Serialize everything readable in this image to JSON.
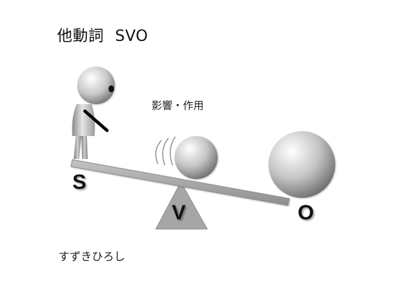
{
  "title": {
    "verb_type": "他動詞",
    "pattern": "SVO"
  },
  "effect_label": "影響・作用",
  "roles": {
    "subject": "S",
    "verb": "V",
    "object": "O"
  },
  "author": "すずきひろし",
  "colors": {
    "background": "#ffffff",
    "text": "#111111",
    "beam": "#a9a9a9",
    "fulcrum": "#a6a6a6",
    "sphere_light": "#ffffff",
    "sphere_dark": "#6e6e6e",
    "arm": "#000000"
  },
  "icons": [
    "stick-figure-icon",
    "motion-arcs-icon"
  ]
}
